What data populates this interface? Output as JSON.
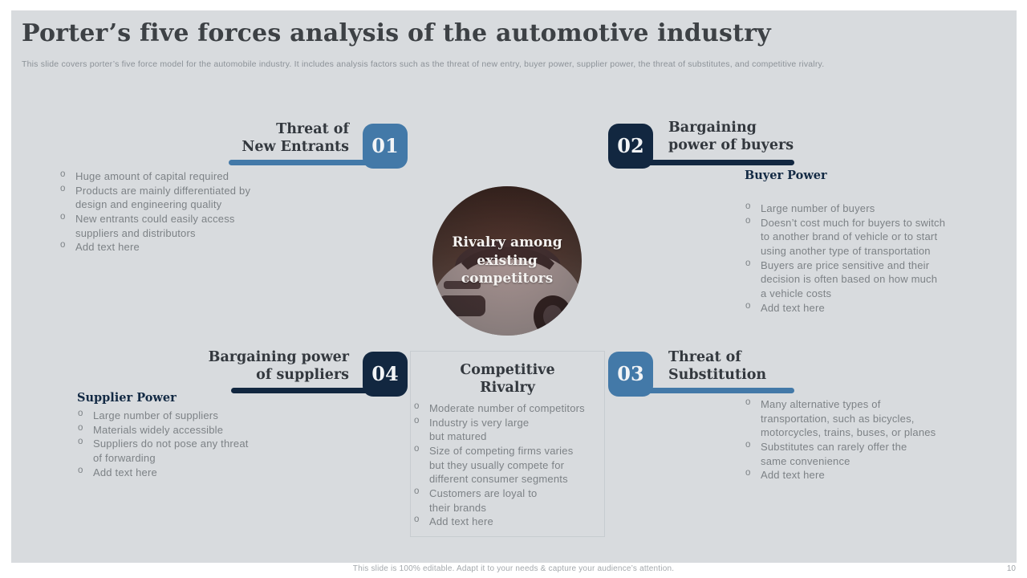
{
  "slide": {
    "title": "Porter’s five forces analysis of the automotive industry",
    "subtitle": "This slide covers porter’s five force model for the automobile industry. It includes analysis factors such as the threat of new entry, buyer power, supplier power, the threat of substitutes, and competitive rivalry.",
    "footer": "This slide is 100% editable.  Adapt it to your needs & capture your audience’s attention.",
    "page_number": "10"
  },
  "colors": {
    "slide_background": "#d8dbde",
    "accent_blue": "#4379a8",
    "accent_navy": "#122740",
    "body_text": "#7d8286"
  },
  "center": {
    "label": "Rivalry among\nexisting\ncompetitors",
    "image_alt": "white car front view photo"
  },
  "forces": {
    "new_entrants": {
      "number": "01",
      "title": "Threat of\nNew Entrants",
      "items": [
        "Huge amount of capital required",
        "Products are mainly differentiated by\ndesign and engineering quality",
        "New entrants could easily access\nsuppliers and distributors",
        "Add text here"
      ]
    },
    "buyers": {
      "number": "02",
      "title": "Bargaining\npower of buyers",
      "subheading": "Buyer Power",
      "items": [
        "Large number of buyers",
        "Doesn’t cost much for buyers to switch\nto another brand of vehicle or to start\nusing another type of transportation",
        "Buyers are price sensitive and their\ndecision is often based on how much\na vehicle costs",
        "Add text here"
      ]
    },
    "substitution": {
      "number": "03",
      "title": "Threat of\nSubstitution",
      "items": [
        "Many alternative types of\ntransportation, such as bicycles,\nmotorcycles, trains, buses, or planes",
        "Substitutes can rarely offer the\nsame convenience",
        "Add text here"
      ]
    },
    "suppliers": {
      "number": "04",
      "title": "Bargaining power\nof suppliers",
      "subheading": "Supplier Power",
      "items": [
        "Large number of suppliers",
        "Materials widely accessible",
        "Suppliers do not pose any threat\nof forwarding",
        "Add text here"
      ]
    },
    "rivalry": {
      "title": "Competitive\nRivalry",
      "items": [
        "Moderate number of competitors",
        "Industry is very large\nbut matured",
        "Size of competing firms varies\nbut they usually compete for\ndifferent consumer segments",
        "Customers are loyal to\ntheir brands",
        "Add text here"
      ]
    }
  }
}
